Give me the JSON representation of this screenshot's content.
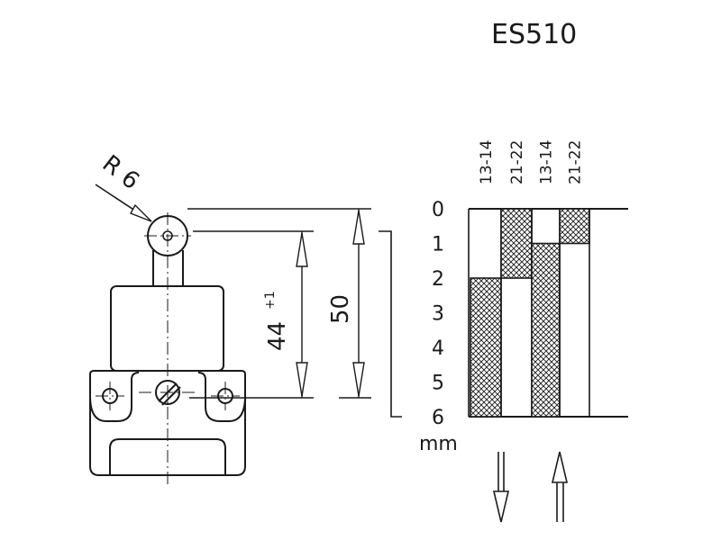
{
  "title": "ES510",
  "drawing": {
    "radius_label": "R 6",
    "dim_44": "44",
    "dim_44_tolerance": "+1",
    "dim_50": "50"
  },
  "travel_chart": {
    "columns": [
      "13-14",
      "21-22",
      "13-14",
      "21-22"
    ],
    "scale": [
      "0",
      "1",
      "2",
      "3",
      "4",
      "5",
      "6"
    ],
    "unit": "mm"
  },
  "chart_data": {
    "type": "travel-diagram",
    "unit": "mm",
    "ylim": [
      0,
      6
    ],
    "columns": [
      {
        "contacts": "13-14",
        "hatched_from": 2,
        "hatched_to": 6
      },
      {
        "contacts": "21-22",
        "hatched_from": 0,
        "hatched_to": 2
      },
      {
        "contacts": "13-14",
        "hatched_from": 1,
        "hatched_to": 6
      },
      {
        "contacts": "21-22",
        "hatched_from": 0,
        "hatched_to": 1
      }
    ],
    "arrows": [
      "down",
      "up"
    ]
  }
}
